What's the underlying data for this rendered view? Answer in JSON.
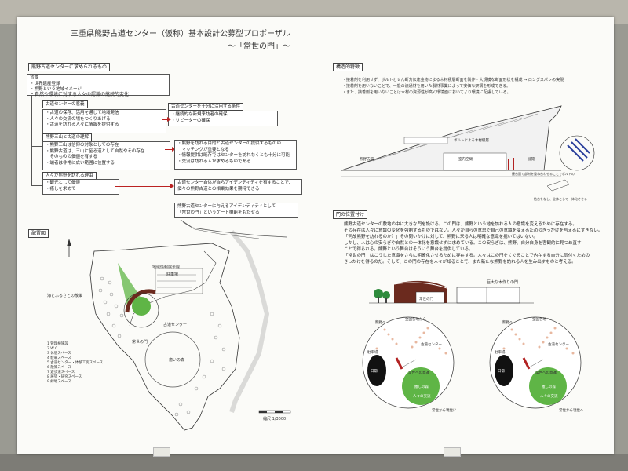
{
  "header": {
    "title": "三重県熊野古道センター（仮称）基本設計公募型プロポーザル",
    "subtitle": "～「常世の門」～"
  },
  "requirements": {
    "heading": "熊野古道センターに求められるもの",
    "background": {
      "label": "背景",
      "items": [
        "・世界遺産登録",
        "・熊野という地域イメージ",
        "・自然や環境に対する人々の認識の継続的変化"
      ]
    },
    "center_meaning": {
      "label": "古道センターの意義",
      "items": [
        "・古道の保存、活用を通じて地域発信",
        "・人々の交流の場をつくりあげる",
        "・古道を訪れる人々に情報を提供する"
      ]
    },
    "conditions": {
      "label": "古道センターを十分に活用する条件",
      "items": [
        "・継続的な新規来訪者の確保",
        "・リピーターの確保"
      ]
    },
    "kumano_kodo": {
      "label": "熊野三山と古道の理解",
      "items": [
        "・熊野三山は信仰の対象としての存在",
        "・熊野古道は、三山に至る道として自然やその存在",
        "　そのものの価値を有する",
        "・端者は非常に広い範囲に位置する"
      ]
    },
    "matching": {
      "items": [
        "・熊野を訪れる目的と古道センターの提供するものの",
        "　マッチングが重要となる",
        "・情報提供は既存ではセンターを訪れなくとも十分に可能",
        "・交流は訪れる人が求めるものである"
      ]
    },
    "reasons": {
      "label": "人々が熊野を訪れる理由",
      "items": [
        "・観光として価値",
        "・癒しを求めて"
      ]
    },
    "identity": {
      "items": [
        "古道センター自体が自らアイデンティティを有することで、",
        "個々の熊野古道との相乗効果を期待できる"
      ]
    },
    "gate": {
      "items": [
        "熊野古道センターに与えるアイデンティティとして",
        "「常世の門」というゲート機能をもたせる"
      ]
    }
  },
  "site_plan": {
    "heading": "配置図",
    "labels": [
      "地域情報展示館",
      "駐車場",
      "古道センター",
      "常世の門",
      "癒いの森",
      "海とふるさとの散策"
    ],
    "legend": [
      "1 管理棟施設",
      "2 W C",
      "3 休憩スペース",
      "4 駐車スペース",
      "5 古道センター・体験工房スペース",
      "6 散策スペース",
      "7 遊歩道スペース",
      "8 展望・研究スペース",
      "9 緑地スペース"
    ],
    "scale": "縮尺 1/3000"
  },
  "structure": {
    "heading": "構造的特徴",
    "items": [
      "・接着剤を利用せず、ボルトとせん断力伝達金物による木材積層断面を製作・大規模な断面形状を構成 → ロングスパンの実現",
      "・接着剤を用いないことで、一般の流通材を用いた製材事業によって安価な架構を形成できる。",
      "・また、接着剤を用いないことは木材の資源性が高く環境面においてより環境に配慮している。"
    ],
    "diagram_labels": [
      "熊野広場",
      "室内空間",
      "展開",
      "ボルトによる木材積層"
    ],
    "side_note": [
      "接合面で部材を重ね合わせることでボルトの",
      "結合をなし、全体として一体化させる"
    ]
  },
  "gate_position": {
    "heading": "門の位置付け",
    "paragraph": [
      "熊野古道センターの敷地の中に大きな門を設ける。この門は、熊野という地を訪れる人の意識を変えるために存在する。",
      "その存在は人々に意識の変化を強制するものではない。人々が自らの意思で自己の意識を変えるためのきっかけを与えるにすぎない。",
      "「何故熊野を訪れるのか？」その問いかけに対して、熊野に来る人は明確な意識を抱いてはいない。",
      "しかし、人は心の安らぎや自然との一体化を意識せずに求めている。この安らぎは、熊野、自分自身を客観的に見つめ直す",
      "ことで得られる。熊野という舞台はそういう舞台を提供している。",
      "「常世の門」はこうした意識をさらに明確化させるために存在する。人々はこの門をくぐることで内在する自分に気付くための",
      "きっかけを得るのだ。そして、この門の存在を人々が知ることで、また新たな熊野を訪れる人を生み出すものと考える。"
    ],
    "elevation_label": "巨大な木作りの門",
    "gate_label": "常世の門",
    "diagrams": [
      {
        "labels": [
          "熊野へ",
          "全国各地から",
          "駐車場",
          "古道センター",
          "日常",
          "常世への意識",
          "癒しの森",
          "人々の交流",
          "常世から現世に"
        ]
      },
      {
        "labels": [
          "熊野へ",
          "全国各地へ",
          "駐車場",
          "古道センター",
          "日常",
          "常世への意識",
          "癒しの森",
          "人々の交流",
          "常世から現世へ"
        ]
      }
    ]
  },
  "colors": {
    "arrow": "#b22222",
    "green": "#5fb546",
    "dark": "#111111",
    "gate_brown": "#6b2a1e"
  }
}
